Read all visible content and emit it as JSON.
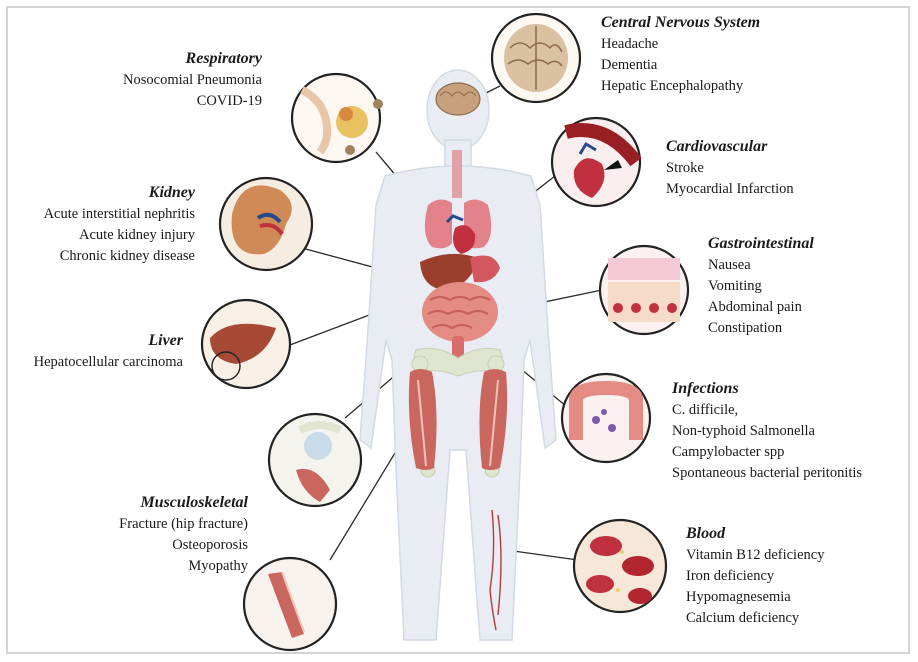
{
  "colors": {
    "organ_red": "#d94a55",
    "muscle": "#c9675f",
    "bone": "#dfe5cf",
    "silhouette": "#e9edf3",
    "line": "#2a2a2a"
  },
  "systems": {
    "cns": {
      "title": "Central Nervous System",
      "items": [
        "Headache",
        "Dementia",
        "Hepatic Encephalopathy"
      ]
    },
    "respiratory": {
      "title": "Respiratory",
      "items": [
        "Nosocomial Pneumonia",
        "COVID-19"
      ]
    },
    "cardiovascular": {
      "title": "Cardiovascular",
      "items": [
        "Stroke",
        "Myocardial  Infarction"
      ]
    },
    "kidney": {
      "title": "Kidney",
      "items": [
        "Acute interstitial  nephritis",
        "Acute kidney injury",
        "Chronic kidney disease"
      ]
    },
    "gastrointestinal": {
      "title": "Gastrointestinal",
      "items": [
        "Nausea",
        "Vomiting",
        "Abdominal pain",
        "Constipation"
      ]
    },
    "liver": {
      "title": "Liver",
      "items": [
        "Hepatocellular  carcinoma"
      ]
    },
    "infections": {
      "title": "Infections",
      "items": [
        "C. difficile,",
        "Non-typhoid Salmonella",
        "Campylobacter spp",
        "Spontaneous bacterial peritonitis"
      ]
    },
    "musculoskeletal": {
      "title": "Musculoskeletal",
      "items": [
        "Fracture (hip fracture)",
        "Osteoporosis",
        "Myopathy"
      ]
    },
    "blood": {
      "title": "Blood",
      "items": [
        "Vitamin  B12 deficiency",
        "Iron deficiency",
        "Hypomagnesemia",
        "Calcium  deficiency"
      ]
    }
  }
}
